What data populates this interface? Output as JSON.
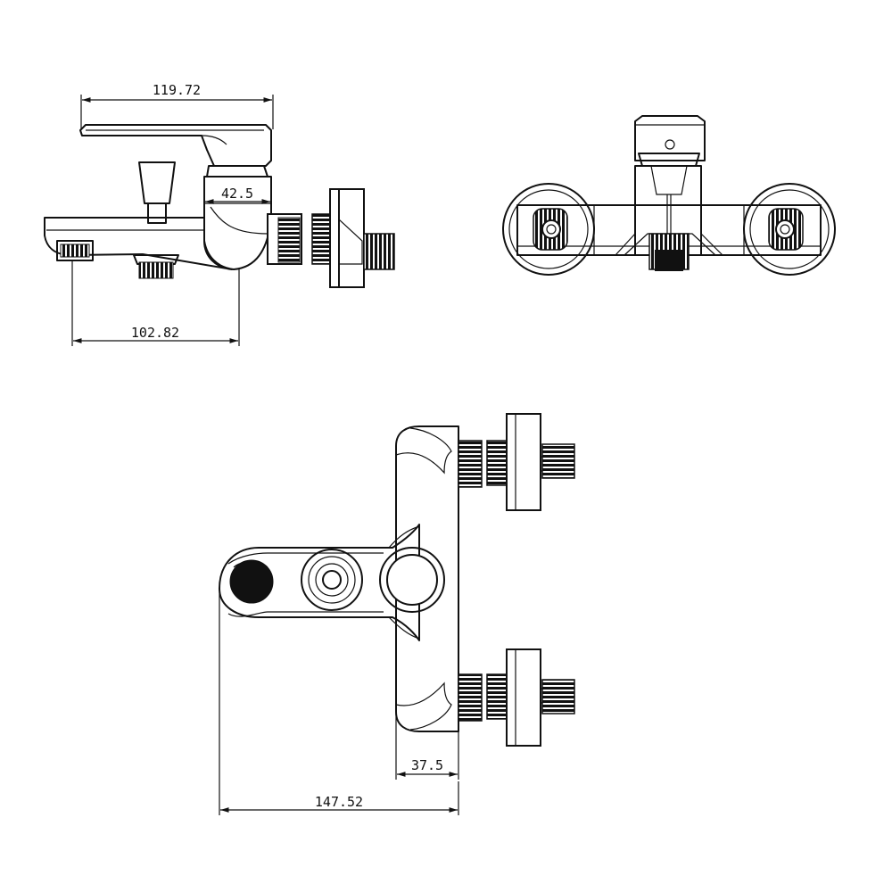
{
  "dimensions": {
    "side_top_width": "119.72",
    "side_body_width": "42.5",
    "side_spout_reach": "102.82",
    "plan_inlet_offset": "37.5",
    "plan_total_length": "147.52"
  },
  "colors": {
    "line": "#111111",
    "background": "#ffffff"
  }
}
